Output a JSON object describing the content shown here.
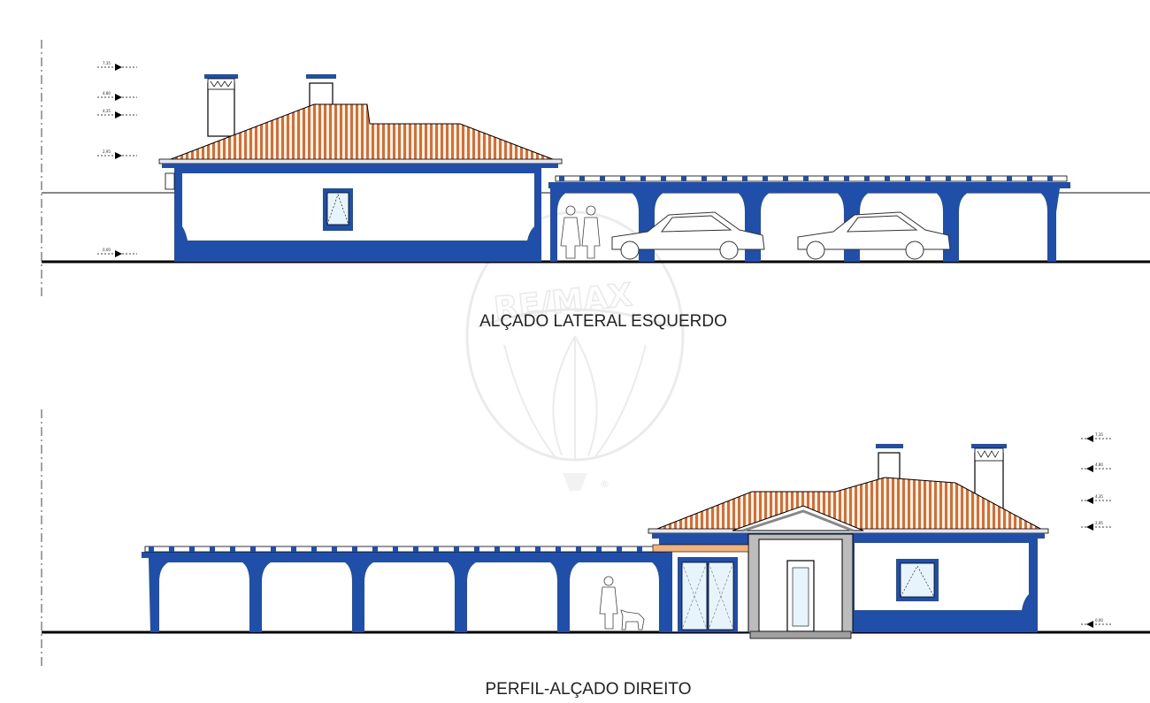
{
  "drawing": {
    "elevations": [
      {
        "title": "ALÇADO LATERAL ESQUERDO"
      },
      {
        "title": "PERFIL-ALÇADO DIREITO"
      }
    ],
    "level_marks_top": [
      "7,35",
      "4,80",
      "4,35",
      "2,95",
      "0,00"
    ],
    "level_marks_bottom": [
      "7,35",
      "4,80",
      "4,35",
      "2,95",
      "0,00"
    ]
  },
  "watermark": {
    "brand": "RE/MAX",
    "registered": "®"
  },
  "colors": {
    "blue": "#1f4fa8",
    "roof": "#e06a2e",
    "ground": "#000000",
    "wall": "#ffffff"
  }
}
